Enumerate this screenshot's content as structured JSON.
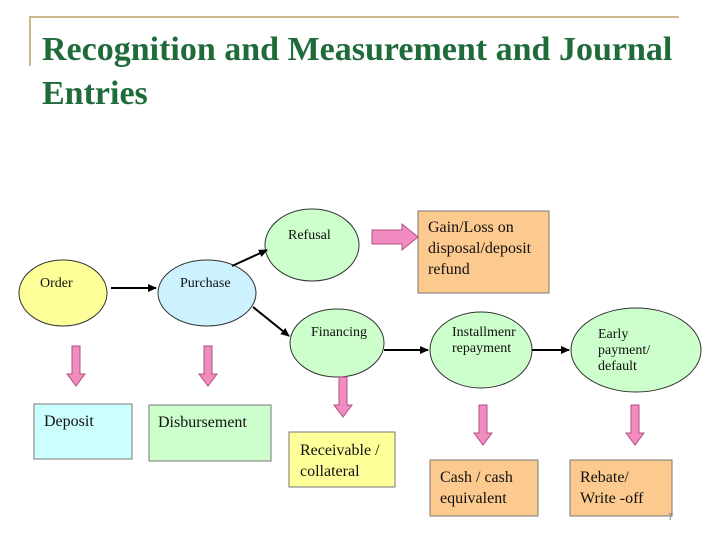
{
  "title": "Recognition and Measurement and Journal Entries",
  "colors": {
    "title": "#1f6b3a",
    "ellipse_yellow": "#ffff99",
    "ellipse_blue": "#ccf2ff",
    "ellipse_green": "#ccffcc",
    "box_cyan": "#ccffff",
    "box_green": "#ccffcc",
    "box_yellow": "#ffff99",
    "box_orange": "#fcc98e",
    "arrow_pink": "#f28cc0"
  },
  "nodes": {
    "order": "Order",
    "purchase": "Purchase",
    "refusal": "Refusal",
    "financing": "Financing",
    "installment": "Installmenr repayment",
    "early": "Early payment/ default",
    "deposit": "Deposit",
    "disbursement": "Disbursement",
    "gainloss": "Gain/Loss on disposal/deposit refund",
    "receivable": "Receivable / collateral",
    "cash": "Cash / cash equivalent",
    "rebate": "Rebate/ Write -off"
  },
  "page_number": "7"
}
